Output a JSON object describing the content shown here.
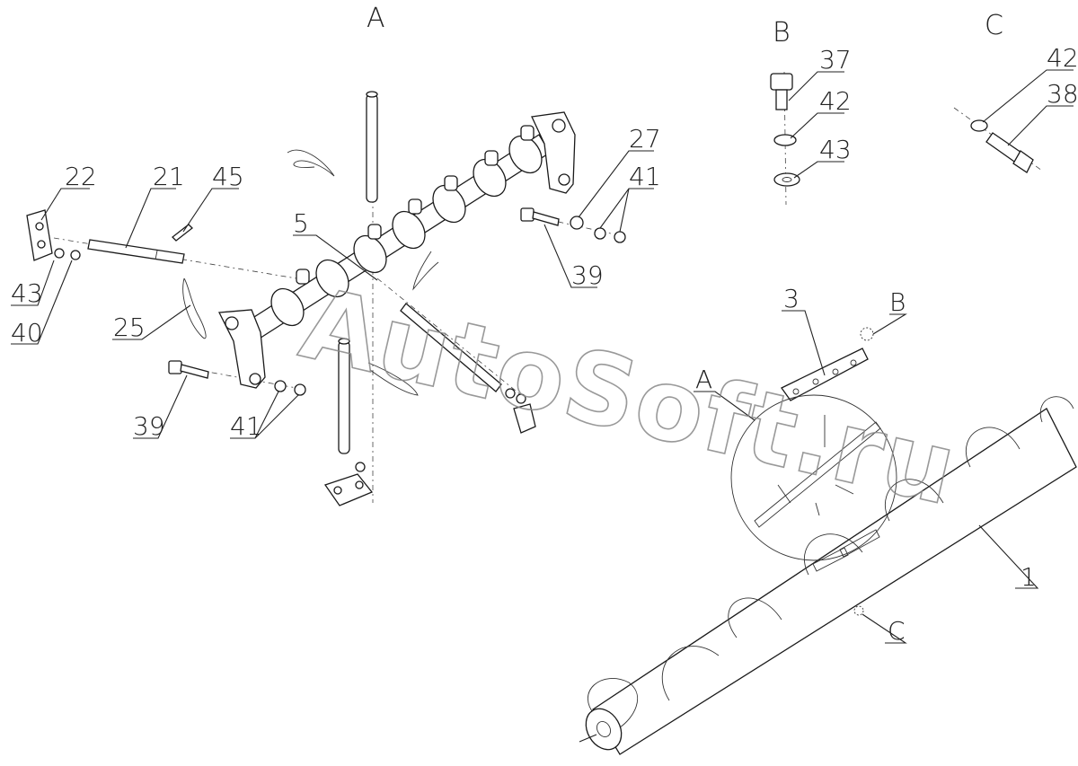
{
  "views": {
    "A": "A",
    "B": "B",
    "C": "C"
  },
  "callouts": {
    "p1": "1",
    "p3": "3",
    "p5": "5",
    "p21": "21",
    "p22": "22",
    "p25": "25",
    "p27": "27",
    "p37": "37",
    "p38": "38",
    "p39a": "39",
    "p39b": "39",
    "p40": "40",
    "p41a": "41",
    "p41b": "41",
    "p42a": "42",
    "p42b": "42",
    "p43a": "43",
    "p43b": "43",
    "p45": "45",
    "refA": "A",
    "refB": "B",
    "refC": "C"
  },
  "watermark": "AutoSoft.ru"
}
